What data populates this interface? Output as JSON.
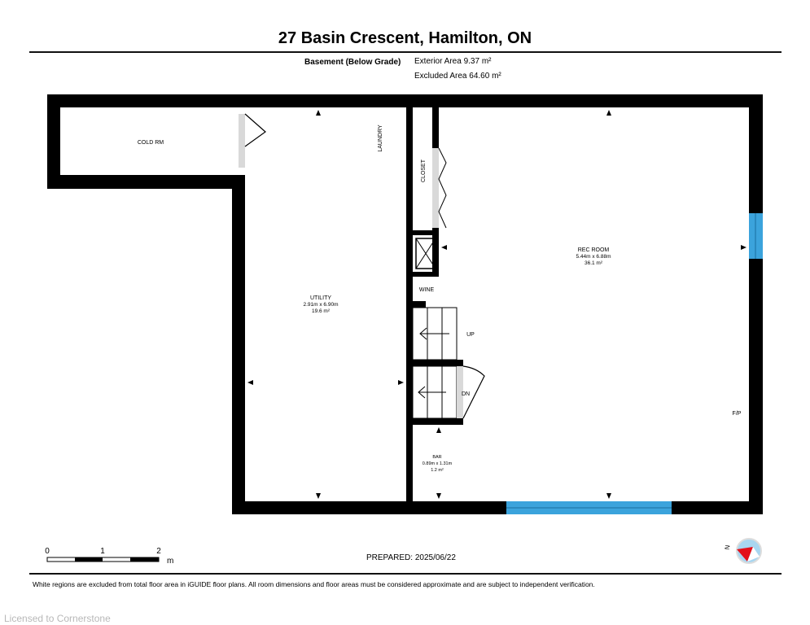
{
  "title": "27 Basin Crescent, Hamilton, ON",
  "level": "Basement (Below Grade)",
  "exterior_area": "Exterior Area 9.37 m²",
  "excluded_area": "Excluded Area 64.60 m²",
  "rooms": {
    "cold_rm": "COLD RM",
    "laundry": "LAUNDRY",
    "closet": "CLOSET",
    "wine": "WINE",
    "up": "UP",
    "dn": "DN",
    "fp": "F/P",
    "utility": {
      "name": "UTILITY",
      "dims": "2.91m x 6.90m",
      "area": "19.6 m²"
    },
    "rec_room": {
      "name": "REC ROOM",
      "dims": "5.44m x 6.88m",
      "area": "36.1 m²"
    },
    "bar": {
      "name": "BAR",
      "dims": "0.89m x 1.31m",
      "area": "1.2 m²"
    }
  },
  "scale": {
    "labels": [
      "0",
      "1",
      "2"
    ],
    "unit": "m"
  },
  "compass": {
    "label": "N"
  },
  "prepared": "PREPARED: 2025/06/22",
  "disclaimer": "White regions are excluded from total floor area in iGUIDE floor plans. All room dimensions and floor areas must be considered approximate and are subject to independent verification.",
  "licensed": "Licensed to Cornerstone",
  "colors": {
    "wall": "#000000",
    "window": "#3ba3dc",
    "door": "#d9d9d9",
    "compass_red": "#e3101a",
    "compass_blue": "#a8d6f0"
  }
}
